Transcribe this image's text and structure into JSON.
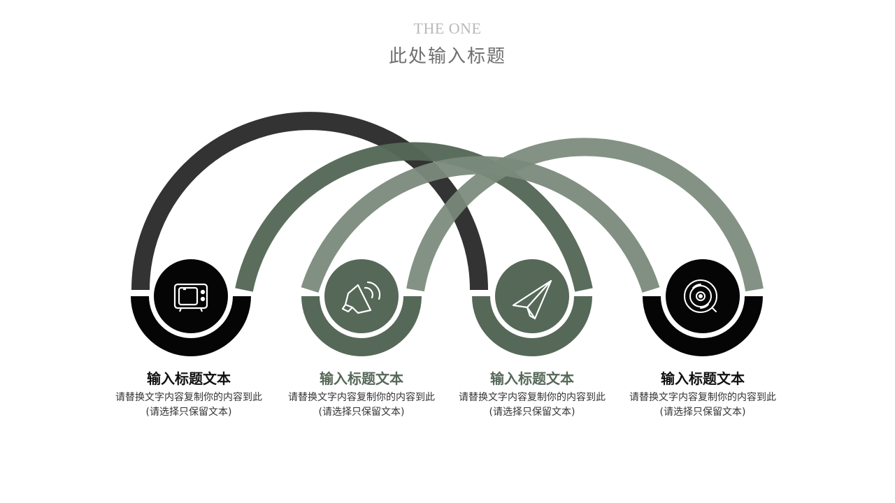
{
  "header": {
    "kicker": "THE ONE",
    "title": "此处输入标题"
  },
  "colors": {
    "dark": "#333333",
    "black": "#050505",
    "green_dark": "#566858",
    "green_light": "#7a8a7b"
  },
  "steps": [
    {
      "title": "输入标题文本",
      "desc_line1": "请替换文字内容复制你的内容到此",
      "desc_line2": "(请选择只保留文本)",
      "icon": "tv-icon",
      "title_color": "#111111"
    },
    {
      "title": "输入标题文本",
      "desc_line1": "请替换文字内容复制你的内容到此",
      "desc_line2": "(请选择只保留文本)",
      "icon": "speaker-icon",
      "title_color": "#566858"
    },
    {
      "title": "输入标题文本",
      "desc_line1": "请替换文字内容复制你的内容到此",
      "desc_line2": "(请选择只保留文本)",
      "icon": "paper-plane-icon",
      "title_color": "#566858"
    },
    {
      "title": "输入标题文本",
      "desc_line1": "请替换文字内容复制你的内容到此",
      "desc_line2": "(请选择只保留文本)",
      "icon": "vinyl-disc-icon",
      "title_color": "#111111"
    }
  ]
}
